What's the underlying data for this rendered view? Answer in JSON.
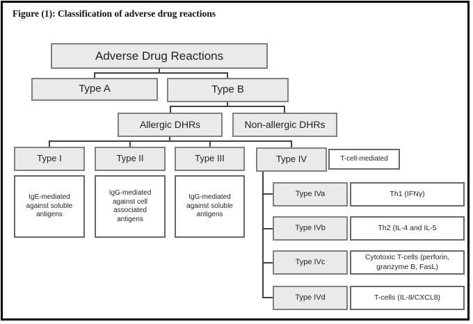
{
  "figure": {
    "title": "Figure (1): Classification of adverse drug reactions"
  },
  "nodes": {
    "root": "Adverse Drug Reactions",
    "type_a": "Type A",
    "type_b": "Type B",
    "allergic": "Allergic DHRs",
    "non_allergic": "Non-allergic DHRs",
    "type1": "Type I",
    "type2": "Type II",
    "type3": "Type III",
    "type4": "Type IV",
    "tcell_label": "T-cell-mediated",
    "type1_desc": "IgE-mediated against soluble antigens",
    "type2_desc": "IgG-mediated against cell associated antigens",
    "type3_desc": "IgG-mediated against soluble antigens",
    "type4a": "Type IVa",
    "type4a_desc": "Th1 (IFNγ)",
    "type4b": "Type IVb",
    "type4b_desc": "Th2 (IL-4 and IL-5",
    "type4c": "Type IVc",
    "type4c_desc": "Cytotoxic T-cells (perforin, granzyme B, FasL)",
    "type4d": "Type IVd",
    "type4d_desc": "T-cells (IL-8/CXCL8)"
  },
  "colors": {
    "gray_box_fill": "#eaeaea",
    "gray_box_border": "#7f7f7f",
    "white_box_fill": "#ffffff",
    "white_box_border": "#666666",
    "connector": "#3f3f3f",
    "frame": "#000000",
    "text": "#1f1f1f"
  }
}
